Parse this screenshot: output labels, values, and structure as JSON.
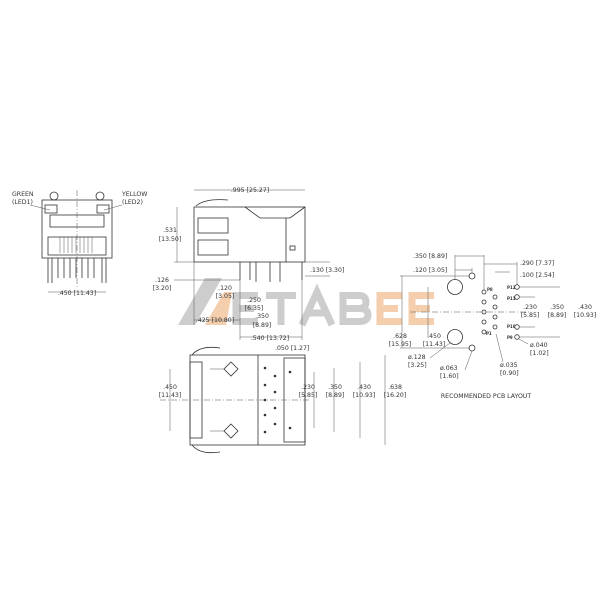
{
  "watermark": {
    "text": "ETABEE",
    "colors": {
      "grey": "#c8c8c8",
      "orange": "#f4c9a6"
    }
  },
  "front_view": {
    "led_left_label": "GREEN",
    "led_left_sub": "(LED1)",
    "led_right_label": "YELLOW",
    "led_right_sub": "(LED2)",
    "width_dim": ".450 [11.43]"
  },
  "side_view": {
    "length_dim": ".995 [25.27]",
    "height_dim": ".531",
    "height_dim_mm": "[13.50]",
    "pin_len_dim": ".126",
    "pin_len_dim_mm": "[3.20]",
    "standoff_dim": ".130 [3.30]",
    "d120": ".120",
    "d120_mm": "[3.05]",
    "d250": ".250",
    "d250_mm": "[6.35]",
    "d350": ".350",
    "d350_mm": "[8.89]",
    "d425": ".425 [10.80]",
    "d540": ".540 [13.72]"
  },
  "top_view": {
    "d050": ".050 [1.27]",
    "d450": ".450",
    "d450_mm": "[11.43]",
    "d230": ".230",
    "d230_mm": "[5.85]",
    "d350": ".350",
    "d350_mm": "[8.89]",
    "d430": ".430",
    "d430_mm": "[10.93]",
    "d638": ".638",
    "d638_mm": "[16.20]"
  },
  "pcb_layout": {
    "title": "RECOMMENDED PCB LAYOUT",
    "d350": ".350 [8.89]",
    "d120": ".120 [3.05]",
    "d290": ".290 [7.37]",
    "d100": ".100 [2.54]",
    "d628": ".628",
    "d628_mm": "[15.95]",
    "d450": ".450",
    "d450_mm": "[11.43]",
    "d230": ".230",
    "d230_mm": "[5.85]",
    "d350b": ".350",
    "d350b_mm": "[8.89]",
    "d430": ".430",
    "d430_mm": "[10.93]",
    "hole128": "ø.128",
    "hole128_mm": "[3.25]",
    "hole063": "ø.063",
    "hole063_mm": "[1.60]",
    "hole035": "ø.035",
    "hole035_mm": "[0.90]",
    "hole040": "ø.040",
    "hole040_mm": "[1.02]",
    "pins": {
      "p1": "P1",
      "p8": "P8",
      "p9": "P9",
      "p10": "P10",
      "p11": "P11",
      "p12": "P12"
    }
  }
}
